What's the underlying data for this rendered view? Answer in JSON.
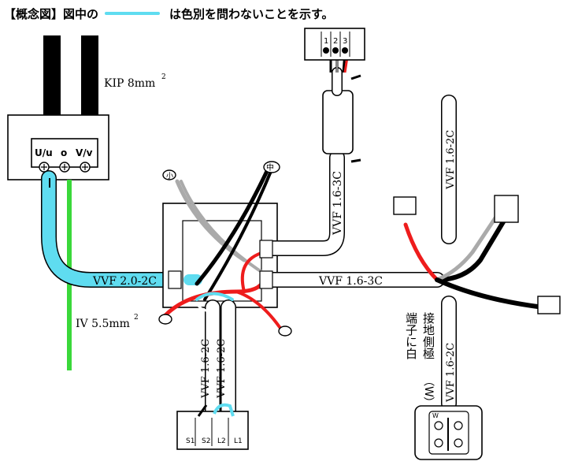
{
  "title": {
    "prefix": "【概念図】図中の",
    "suffix": "は色別を問わないことを示す。"
  },
  "colors": {
    "blue": "#5fdcf0",
    "green": "#3ad83a",
    "red": "#ee1c1c",
    "black": "#000000",
    "white": "#ffffff",
    "gray": "#d8d8d8"
  },
  "labels": {
    "kip": "KIP 8mm",
    "kip_sup": "2",
    "iv": "IV 5.5mm",
    "iv_sup": "2",
    "vvf_20_2c": "VVF 2.0-2C",
    "vvf_16_3c_main": "VVF 1.6-3C",
    "vvf_16_3c_top": "VVF 1.6-3C",
    "vvf_16_2c_switch_a": "VVF 1.6-2C",
    "vvf_16_2c_switch_b": "VVF 1.6-2C",
    "vvf_16_2c_top_right": "VVF 1.6-2C",
    "vvf_16_2c_outlet": "VVF 1.6-2C",
    "note_col1": "接地側極",
    "note_col2": "端子に白",
    "note_w": "（W）",
    "sleeve_small": "小",
    "sleeve_medium": "中"
  },
  "transformer_terminals": {
    "u": "U/u",
    "o": "o",
    "v": "V/v"
  },
  "top_terminals": [
    "1",
    "2",
    "3"
  ],
  "switch_terminals": [
    "S1",
    "S2",
    "L2",
    "L1"
  ],
  "outlet_label": "W"
}
